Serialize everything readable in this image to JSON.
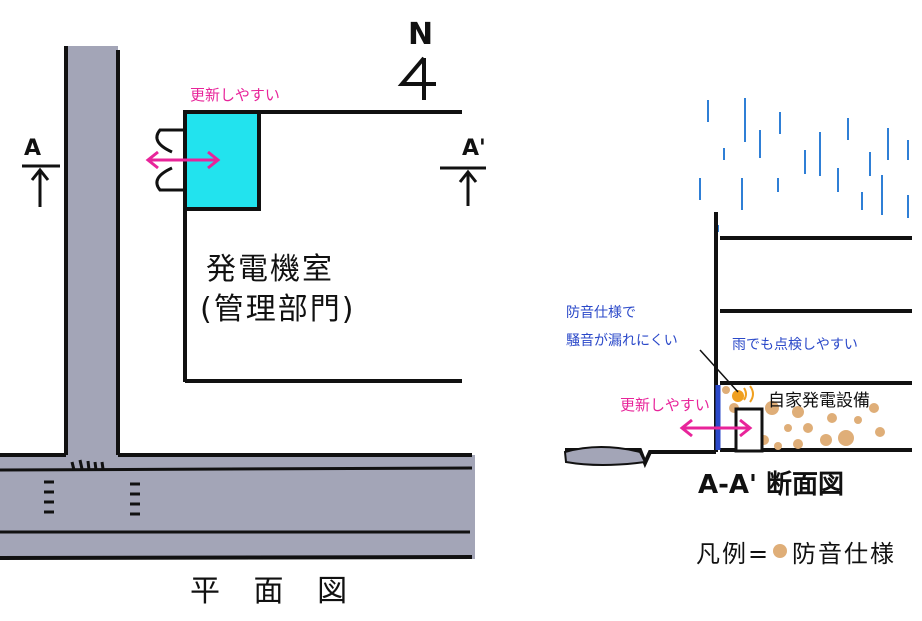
{
  "plan": {
    "title": "平 面 図",
    "room_name": "発電機室",
    "room_dept": "(管理部門)",
    "easy_update": "更新しやすい",
    "north_letter": "N",
    "section_left": "A",
    "section_right": "A'"
  },
  "section": {
    "title": "A-A' 断面図",
    "soundproof_note_line1": "防音仕様で",
    "soundproof_note_line2": "騒音が漏れにくい",
    "rain_note": "雨でも点検しやすい",
    "equipment_label": "自家発電設備",
    "easy_update": "更新しやすい"
  },
  "legend": {
    "label": "凡例=",
    "item": "防音仕様",
    "dot_color": "#dfae78"
  },
  "colors": {
    "road": "#a3a5b7",
    "room": "#22e3ee",
    "pink": "#e8249a",
    "rain": "#2f7fd6",
    "blue_text": "#2b49c9",
    "soundproof": "#dfae78",
    "orange": "#f0a020"
  }
}
